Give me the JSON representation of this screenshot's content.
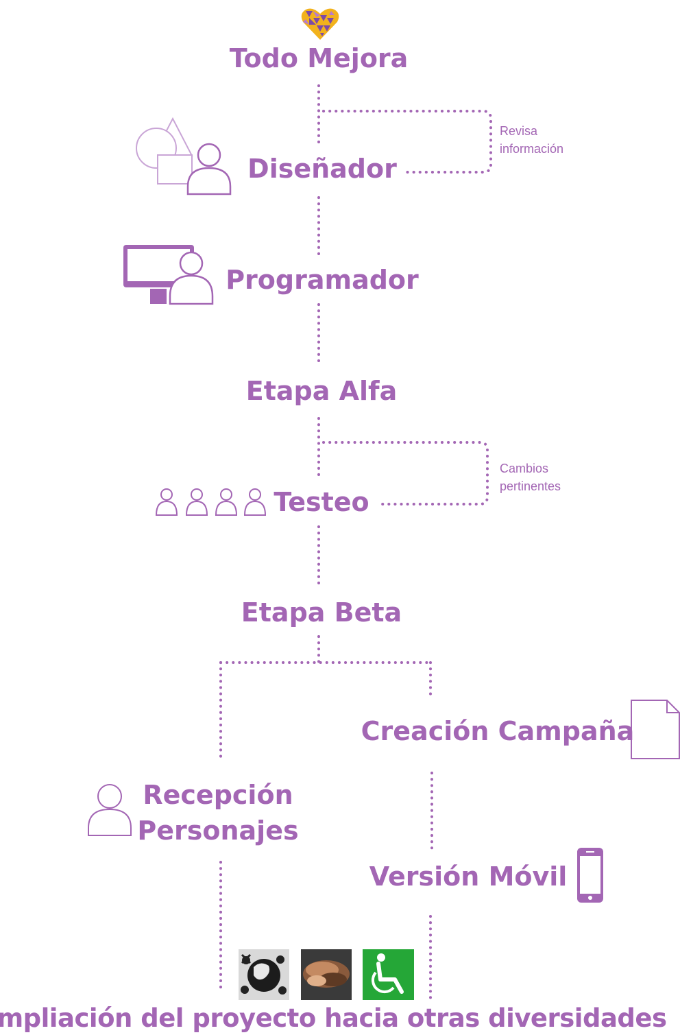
{
  "diagram": {
    "accent_color": "#a366b4",
    "logo": "heart-logo",
    "nodes": {
      "todo_mejora": "Todo Mejora",
      "disenador": "Diseñador",
      "programador": "Programador",
      "etapa_alfa": "Etapa Alfa",
      "testeo": "Testeo",
      "etapa_beta": "Etapa Beta",
      "creacion_campana": "Creación Campaña",
      "recepcion_line1": "Recepción",
      "recepcion_line2": "Personajes",
      "version_movil": "Versión Móvil",
      "ampliacion": "Ampliación del proyecto hacia otras diversidades"
    },
    "loops": {
      "revisa_line1": "Revisa",
      "revisa_line2": "información",
      "cambios_line1": "Cambios",
      "cambios_line2": "pertinentes"
    },
    "icons": [
      "shapes-person-icon",
      "computer-person-icon",
      "group-icon",
      "document-icon",
      "person-icon",
      "mobile-phone-icon",
      "religions-globe-icon",
      "hands-together-icon",
      "wheelchair-icon"
    ]
  }
}
